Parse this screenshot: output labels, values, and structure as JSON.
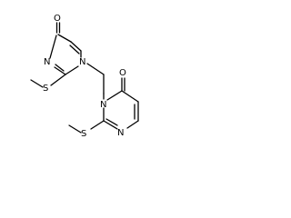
{
  "structure": {
    "atom_labels": {
      "o_top": "O",
      "n_ring1_upper": "N",
      "n_ring1_right": "N",
      "s_left": "S",
      "o_right": "O",
      "n_ring2_left": "N",
      "n_ring2_lower": "N",
      "s_bottom": "S"
    },
    "colors": {
      "bond": "#000000",
      "label": "#000000",
      "background": "#ffffff"
    }
  }
}
